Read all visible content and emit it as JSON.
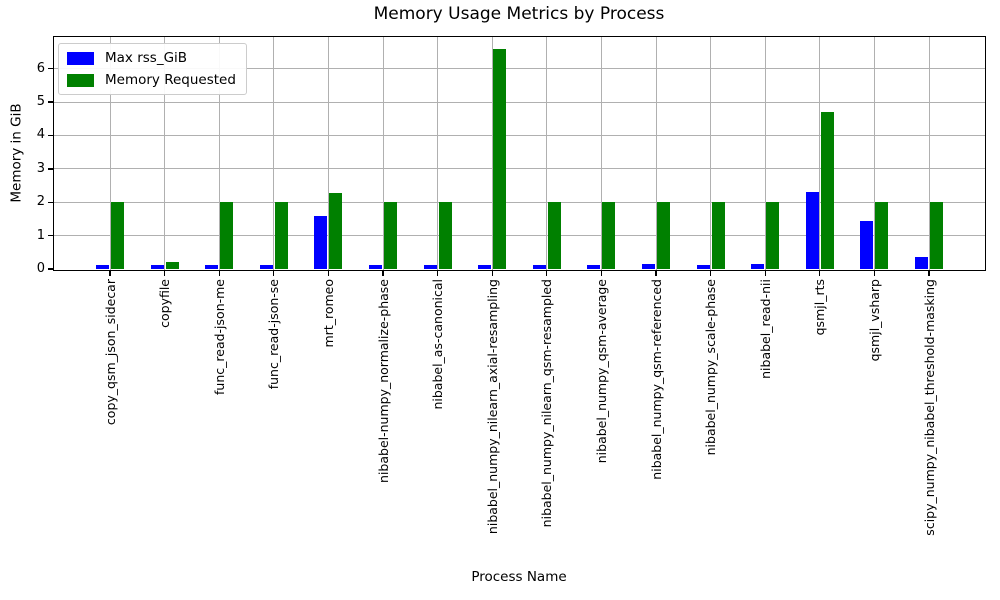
{
  "chart_data": {
    "type": "bar",
    "title": "Memory Usage Metrics by Process",
    "xlabel": "Process Name",
    "ylabel": "Memory in GiB",
    "ylim": [
      0,
      6.95
    ],
    "yticks": [
      0,
      1,
      2,
      3,
      4,
      5,
      6
    ],
    "grid": true,
    "legend_position": "upper left",
    "categories": [
      "copy_qsm_json_sidecar",
      "copyfile",
      "func_read-json-me",
      "func_read-json-se",
      "mrt_romeo",
      "nibabel-numpy_normalize-phase",
      "nibabel_as-canonical",
      "nibabel_numpy_nilearn_axial-resampling",
      "nibabel_numpy_nilearn_qsm-resampled",
      "nibabel_numpy_qsm-average",
      "nibabel_numpy_qsm-referenced",
      "nibabel_numpy_scale-phase",
      "nibabel_read-nii",
      "qsmjl_rts",
      "qsmjl_vsharp",
      "scipy_numpy_nibabel_threshold-masking"
    ],
    "series": [
      {
        "name": "Max rss_GiB",
        "color": "#0000ff",
        "values": [
          0.13,
          0.13,
          0.13,
          0.13,
          1.58,
          0.13,
          0.13,
          0.13,
          0.12,
          0.12,
          0.16,
          0.12,
          0.16,
          2.32,
          1.43,
          0.35
        ]
      },
      {
        "name": "Memory Requested",
        "color": "#008000",
        "values": [
          2.0,
          0.2,
          2.0,
          2.0,
          2.27,
          2.0,
          2.0,
          6.6,
          2.0,
          2.0,
          2.0,
          2.0,
          2.0,
          4.7,
          2.0,
          2.0
        ]
      }
    ],
    "colors": {
      "grid": "#b0b0b0",
      "spine": "#000000",
      "text": "#000000",
      "background": "#ffffff"
    }
  }
}
